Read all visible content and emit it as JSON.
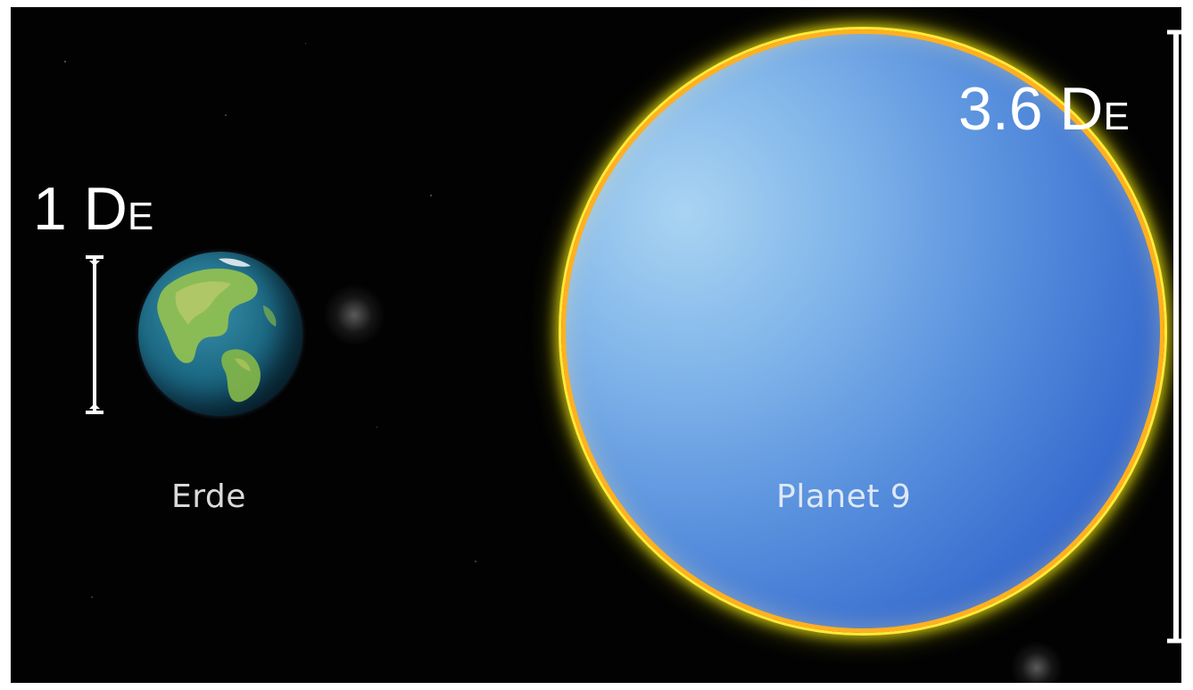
{
  "earth": {
    "label": "Erde",
    "diameter_value": "1 D",
    "diameter_sub": "E"
  },
  "planet9": {
    "label": "Planet 9",
    "diameter_value": "3.6 D",
    "diameter_sub": "E"
  },
  "colors": {
    "background": "#020203",
    "planet9_fill": "#3a6fd0",
    "planet9_rim": "#ffe93a",
    "earth_ocean": "#1d6b86",
    "earth_land": "#7fb34a",
    "dimension_lines": "#ffffff"
  }
}
